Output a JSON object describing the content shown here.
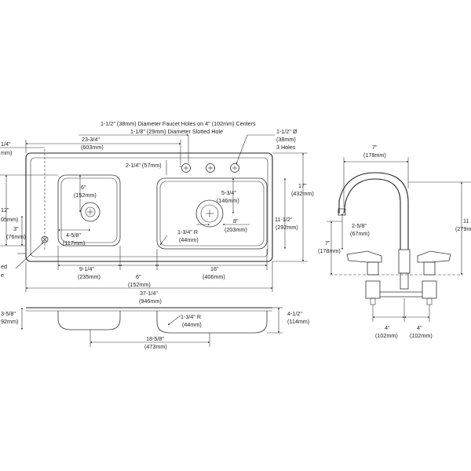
{
  "labels": {
    "faucet_holes_note": "1-1/2\" (38mm) Diameter Faucet Holes on 4\" (102mm) Centers",
    "slotted_hole_note": "1-1/8\" (29mm) Diameter Slotted Hole",
    "hole_dia": "1-1/2\" Ø",
    "hole_dia_mm": "(38mm)",
    "three_holes": "3 Holes",
    "left_1_4": "1/4\"",
    "left_mm_partial": "mm)",
    "dim_23_3_4": "23-3/4\"",
    "dim_603mm": "(603mm)",
    "dim_2_1_4": "2-1/4\" (57mm)",
    "dim_17": "17\"",
    "dim_432mm": "(432mm)",
    "dim_6": "6\"",
    "dim_152mm": "(152mm)",
    "dim_5_3_4": "5-3/4\"",
    "dim_146mm": "(146mm)",
    "dim_12_partial": "12\"",
    "dim_05mm_partial": "05mm)",
    "dim_11_1_2": "11-1/2\"",
    "dim_292mm": "(292mm)",
    "dim_8": "8\"",
    "dim_203mm": "(203mm)",
    "dim_3": "3\"",
    "dim_76mm": "(76mm)",
    "dim_4_5_8": "4-5/8\"",
    "dim_117mm": "(117mm)",
    "dim_1_3_4_r": "1-3/4\" R",
    "dim_44mm": "(44mm)",
    "ed_partial": "ed",
    "e_partial": "e",
    "dim_9_1_4": "9-1/4\"",
    "dim_235mm": "(235mm)",
    "dim_6b": "6\"",
    "dim_152mm_b": "(152mm)",
    "dim_16": "16\"",
    "dim_406mm": "(406mm)",
    "dim_37_1_4": "37-1/4\"",
    "dim_946mm": "(946mm)",
    "dim_3_5_8_partial": "3-5/8\"",
    "dim_92mm_partial": "92mm)",
    "dim_1_3_4_r_b": "1-3/4\" R",
    "dim_44mm_b": "(44mm)",
    "dim_4_1_2": "4-1/2\"",
    "dim_114mm": "(114mm)",
    "dim_18_5_8": "18-5/8\"",
    "dim_473mm": "(473mm)",
    "f_7": "7\"",
    "f_178mm": "(178mm)",
    "f_2_5_8": "2-5/8\"",
    "f_67mm": "(67mm)",
    "f_7b": "7\"",
    "f_178mm_b": "(178mm)",
    "f_11_partial": "11",
    "f_279mm_partial": "(279m",
    "f_4a": "4\"",
    "f_102mm_a": "(102mm)",
    "f_4b": "4\"",
    "f_102mm_b": "(102mm)"
  },
  "colors": {
    "line": "#333333",
    "text": "#222222",
    "background": "#ffffff"
  }
}
